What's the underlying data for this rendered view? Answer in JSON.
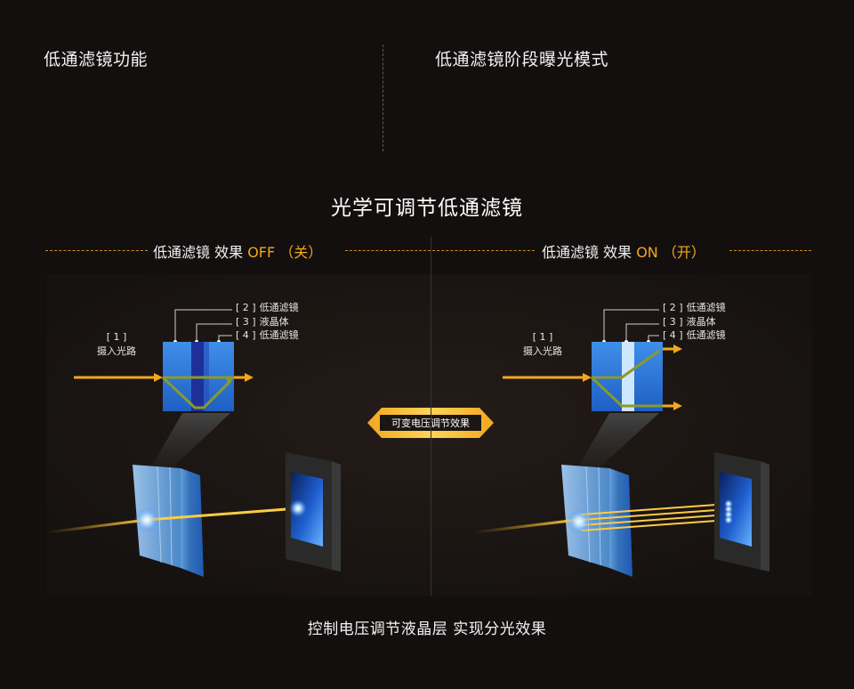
{
  "tabs": {
    "left": "低通滤镜功能",
    "right": "低通滤镜阶段曝光模式"
  },
  "section_title": "光学可调节低通滤镜",
  "modes": {
    "off": {
      "prefix": "低通滤镜 效果 ",
      "state": "OFF （关）"
    },
    "on": {
      "prefix": "低通滤镜 效果 ",
      "state": "ON （开）"
    }
  },
  "diagram": {
    "labels": {
      "item2_num": "[ 2 ]",
      "item2_text": "低通滤镜",
      "item3_num": "[ 3 ]",
      "item3_text": "液晶体",
      "item4_num": "[ 4 ]",
      "item4_text": "低通滤镜",
      "item1_num": "[ 1 ]",
      "item1_text": "摄入光路"
    },
    "center_badge": "可变电压调节效果"
  },
  "caption": "控制电压调节液晶层  实现分光效果",
  "colors": {
    "background": "#140f0f",
    "panel": "#1b1614",
    "accent_orange": "#f3a71d",
    "filter_blue": "#2f74d6",
    "crystal_band": "#1e2f9a",
    "light_path_green": "#8a9a2a"
  }
}
